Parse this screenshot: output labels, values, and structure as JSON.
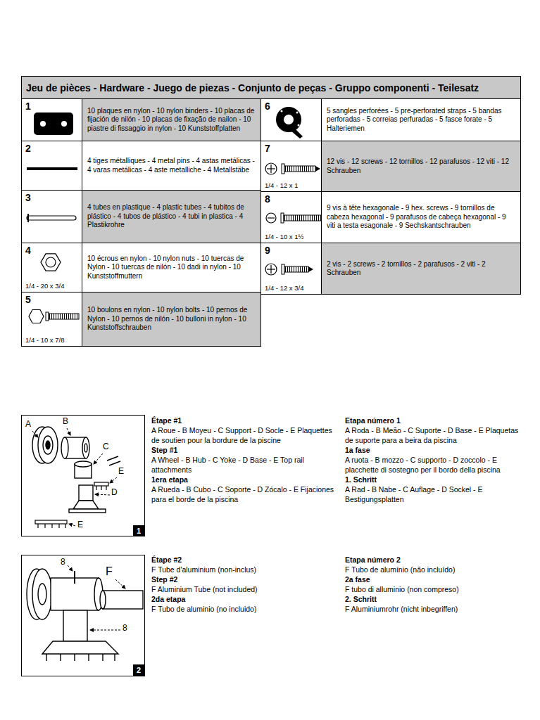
{
  "diagram": {
    "title": "Jeu de pièces - Hardware - Juego de piezas - Conjunto de peças - Gruppo componenti - Teilesatz",
    "nodes": [
      {
        "text": [
          "1",
          "10 plaques en nylon - 10 nylon binders - 10 placas de fijación de nilón - 10 placas de fixação de nailon - 10 piastre di fissaggio in nylon - 10 Kunststoffplatten"
        ]
      },
      {
        "text": [
          "2",
          "4 tiges métalliques - 4 metal pins - 4 astas metálicas - 4 varas metálicas - 4 aste metalliche - 4 Metallstäbe"
        ]
      },
      {
        "text": [
          "3",
          "4 tubes en plastique - 4 plastic tubes - 4 tubitos de plástico - 4 tubos de plástico - 4 tubi in plastica - 4 Plastikrohre"
        ]
      },
      {
        "text": [
          "4",
          "1/4 - 20 x 3/4",
          "10 écrous en nylon - 10 nylon nuts - 10 tuercas de Nylon - 10 tuercas de nilón - 10 dadi in nylon - 10 Kunststoffmuttern"
        ]
      },
      {
        "text": [
          "5",
          "1/4 - 10 x 7/8",
          "10 boulons en nylon - 10 nylon bolts - 10 pernos de Nylon - 10 pernos de nilón - 10 bulloni in nylon - 10 Kunststoffschrauben"
        ]
      },
      {
        "text": [
          "6",
          "5 sangles perforées - 5 pre-perforated straps - 5 bandas perforadas - 5 correias perfuradas - 5 fasce forate - 5 Halteriemen"
        ]
      },
      {
        "text": [
          "7",
          "1/4 - 12 x 1",
          "12 vis - 12 screws - 12 tornillos - 12 parafusos - 12 viti - 12 Schrauben"
        ]
      },
      {
        "text": [
          "8",
          "1/4 - 10 x 1½",
          "9 vis à tête hexagonale - 9 hex. screws - 9 tornillos de cabeza hexagonal - 9 parafusos de cabeça hexagonal - 9 viti a testa esagonale - 9 Sechskantschrauben"
        ]
      },
      {
        "text": [
          "9",
          "1/4 - 12 x 3/4",
          "2 vis - 2 screws - 2 tornillos - 2 parafusos - 2 viti - 2 Schrauben"
        ]
      },
      {
        "text": [
          "1"
        ]
      },
      {
        "text": [
          "2"
        ]
      }
    ],
    "labels": [
      "A",
      "B",
      "C",
      "D",
      "E",
      "E",
      "Étape #1",
      "A Roue - B Moyeu - C Support - D Socle - E Plaquettes de soutien pour la bordure de la piscine",
      "Step #1",
      "A Wheel - B Hub - C Yoke - D Base - E Top rail attachments",
      "1era etapa",
      "A Rueda - B Cubo - C Soporte - D Zócalo - E Fijaciones para el borde de la piscina",
      "Etapa número 1",
      "A Roda - B Meão - C Suporte - D Base - E Plaquetas de suporte para a beira da piscina",
      "1a fase",
      "A ruota - B mozzo - C supporto - D zoccolo - E placchette di sostegno per il bordo della piscina",
      "1. Schritt",
      "A Rad - B Nabe - C Auflage - D Sockel - E Bestigungsplatten",
      "8",
      "F",
      "8",
      "Étape #2",
      "F Tube d'aluminium (non-inclus)",
      "Step #2",
      "F Aluminium Tube (not included)",
      "2da etapa",
      "F Tubo de aluminio (no incluido)",
      "Etapa número 2",
      "F Tubo de alumínio (não incluído)",
      "2a fase",
      "F tubo di alluminio (non compreso)",
      "2. Schritt",
      "F Aluminiumrohr (nicht inbegriffen)"
    ]
  }
}
